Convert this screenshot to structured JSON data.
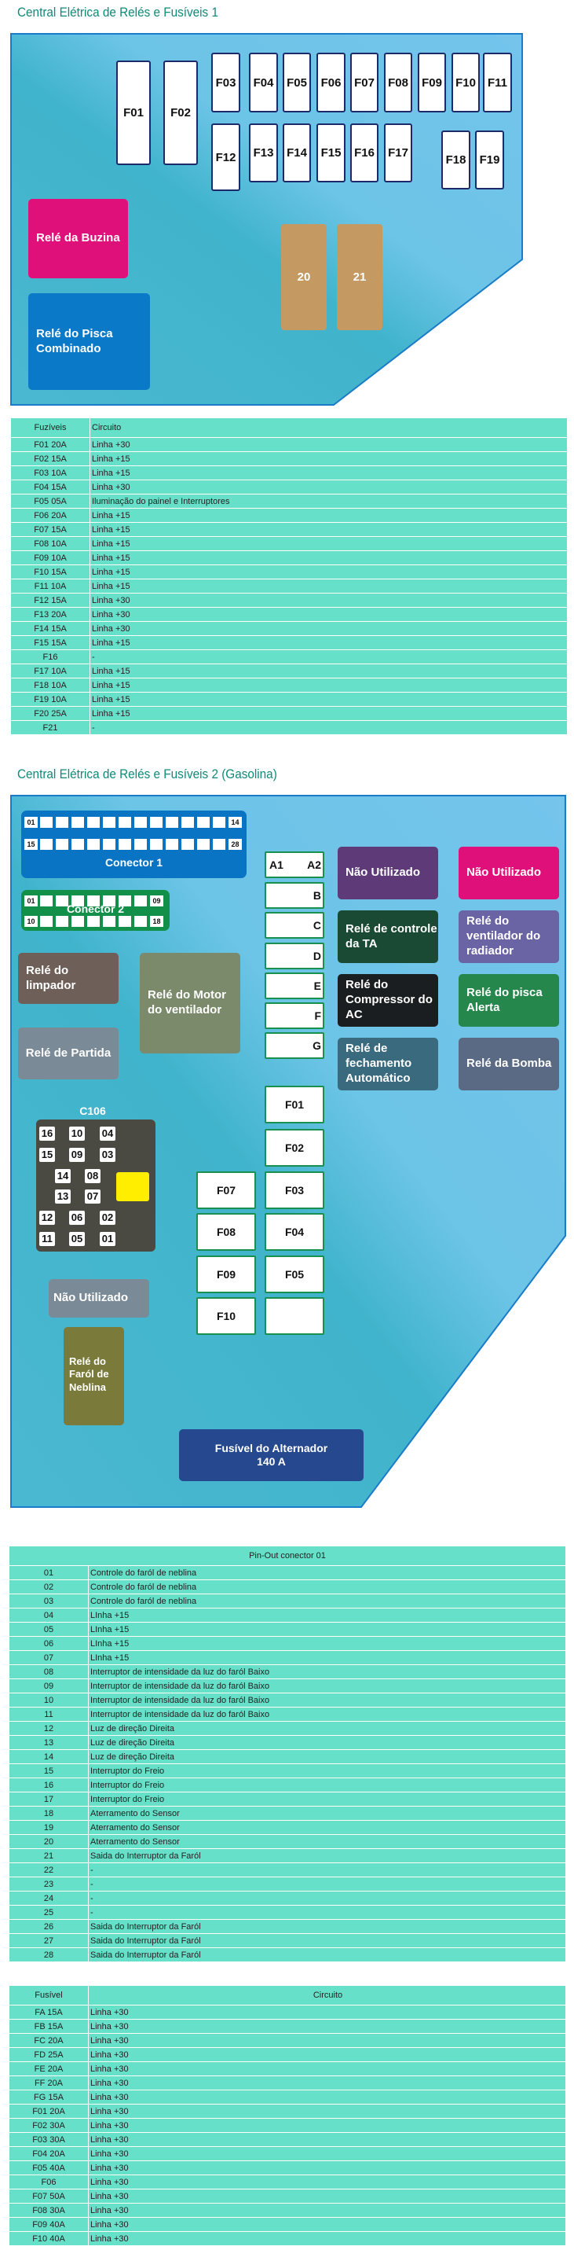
{
  "section1": {
    "title": "Central Elétrica de Relés e Fusíveis 1",
    "fuses": [
      "F01",
      "F02",
      "F03",
      "F04",
      "F05",
      "F06",
      "F07",
      "F08",
      "F09",
      "F10",
      "F11",
      "F12",
      "F13",
      "F14",
      "F15",
      "F16",
      "F17",
      "F18",
      "F19"
    ],
    "relays": [
      "20",
      "21"
    ],
    "relay_horn": "Relé da Buzina",
    "relay_blinker": "Relé do Pisca Combinado",
    "colors": {
      "horn": "#e0107a",
      "blinker": "#0a7ac8",
      "relay_tan": "#c49a62",
      "panel": "#5ab8d8"
    },
    "table": {
      "headers": [
        "Fuzíveis",
        "Circuito"
      ],
      "rows": [
        [
          "F01 20A",
          "Linha +30"
        ],
        [
          "F02 15A",
          "Linha +15"
        ],
        [
          "F03 10A",
          "Linha +15"
        ],
        [
          "F04 15A",
          "Linha +30"
        ],
        [
          "F05 05A",
          "Iluminação do painel e Interruptores"
        ],
        [
          "F06 20A",
          "Linha +15"
        ],
        [
          "F07 15A",
          "Linha +15"
        ],
        [
          "F08 10A",
          "Linha +15"
        ],
        [
          "F09 10A",
          "Linha +15"
        ],
        [
          "F10 15A",
          "Linha +15"
        ],
        [
          "F11 10A",
          "Linha +15"
        ],
        [
          "F12 15A",
          "Linha +30"
        ],
        [
          "F13 20A",
          "Linha +30"
        ],
        [
          "F14 15A",
          "Linha +30"
        ],
        [
          "F15 15A",
          "Linha +15"
        ],
        [
          "F16",
          "-"
        ],
        [
          "F17 10A",
          "Linha +15"
        ],
        [
          "F18 10A",
          "Linha +15"
        ],
        [
          "F19 10A",
          "Linha +15"
        ],
        [
          "F20 25A",
          "Linha +15"
        ],
        [
          "F21",
          "-"
        ]
      ]
    }
  },
  "section2": {
    "title": "Central Elétrica de Relés e Fusíveis 2 (Gasolina)",
    "connector1": {
      "label": "Conector 1",
      "pins_row1": [
        "01",
        "14"
      ],
      "pins_row2": [
        "15",
        "28"
      ]
    },
    "connector2": {
      "label": "Conector 2",
      "pins_row1": [
        "01",
        "09"
      ],
      "pins_row2": [
        "10",
        "18"
      ]
    },
    "letter_fuses": [
      {
        "left": "A1",
        "right": "A2"
      },
      {
        "right": "B"
      },
      {
        "right": "C"
      },
      {
        "right": "D"
      },
      {
        "right": "E"
      },
      {
        "right": "F"
      },
      {
        "right": "G"
      }
    ],
    "fuses": [
      "F01",
      "F02",
      "F03",
      "F04",
      "F05",
      "F07",
      "F08",
      "F09",
      "F10",
      ""
    ],
    "relays": [
      {
        "label": "Não Utilizado",
        "color": "#5e3a78"
      },
      {
        "label": "Não Utilizado",
        "color": "#e0107a"
      },
      {
        "label": "Relé de controle da TA",
        "color": "#1a4a34"
      },
      {
        "label": "Relé do ventilador do radiador",
        "color": "#6a64a4"
      },
      {
        "label": "Relé do Compressor do AC",
        "color": "#1a1e20"
      },
      {
        "label": "Relé do pisca Alerta",
        "color": "#25874c"
      },
      {
        "label": "Relé de fechamento Automático",
        "color": "#3a6a7e"
      },
      {
        "label": "Relé da Bomba",
        "color": "#5a6a84"
      },
      {
        "label": "Relé do limpador",
        "color": "#6e6058"
      },
      {
        "label": "Relé do Motor do ventilador",
        "color": "#7a8a6a"
      },
      {
        "label": "Relé de Partida",
        "color": "#7a8a96"
      },
      {
        "label": "Não Utilizado",
        "color": "#7a8a96"
      },
      {
        "label": "Relé do Faról de Neblina",
        "color": "#7a7a3a"
      }
    ],
    "c106": {
      "label": "C106",
      "pins": [
        "16",
        "10",
        "04",
        "15",
        "09",
        "03",
        "14",
        "08",
        "13",
        "07",
        "12",
        "06",
        "02",
        "11",
        "05",
        "01"
      ]
    },
    "alternator": {
      "line1": "Fusível do Alternador",
      "line2": "140 A",
      "color": "#26488e"
    },
    "pinout_table": {
      "header": "Pin-Out conector 01",
      "rows": [
        [
          "01",
          "Controle do faról de neblina"
        ],
        [
          "02",
          "Controle do faról de neblina"
        ],
        [
          "03",
          "Controle do faról de neblina"
        ],
        [
          "04",
          "LInha +15"
        ],
        [
          "05",
          "LInha +15"
        ],
        [
          "06",
          "LInha +15"
        ],
        [
          "07",
          "LInha +15"
        ],
        [
          "08",
          "Interruptor de intensidade da luz do faról Baixo"
        ],
        [
          "09",
          "Interruptor de intensidade da luz do faról Baixo"
        ],
        [
          "10",
          "Interruptor de intensidade da luz do faról Baixo"
        ],
        [
          "11",
          "Interruptor de intensidade da luz do faról Baixo"
        ],
        [
          "12",
          "Luz de direção Direita"
        ],
        [
          "13",
          "Luz de direção Direita"
        ],
        [
          "14",
          "Luz de direção Direita"
        ],
        [
          "15",
          "Interruptor do Freio"
        ],
        [
          "16",
          "Interruptor do Freio"
        ],
        [
          "17",
          "Interruptor do Freio"
        ],
        [
          "18",
          "Aterramento do Sensor"
        ],
        [
          "19",
          "Aterramento do Sensor"
        ],
        [
          "20",
          "Aterramento do Sensor"
        ],
        [
          "21",
          "Saida do Interruptor da Faról"
        ],
        [
          "22",
          "-"
        ],
        [
          "23",
          "-"
        ],
        [
          "24",
          "-"
        ],
        [
          "25",
          "-"
        ],
        [
          "26",
          "Saida do Interruptor da Faról"
        ],
        [
          "27",
          "Saida do Interruptor da Faról"
        ],
        [
          "28",
          "Saida do Interruptor da Faról"
        ]
      ]
    },
    "fuse_table": {
      "headers": [
        "Fusível",
        "Circuito"
      ],
      "rows": [
        [
          "FA 15A",
          "Linha +30"
        ],
        [
          "FB 15A",
          "Linha +30"
        ],
        [
          "FC 20A",
          "Linha +30"
        ],
        [
          "FD 25A",
          "Linha +30"
        ],
        [
          "FE 20A",
          "Linha +30"
        ],
        [
          "FF 20A",
          "Linha +30"
        ],
        [
          "FG 15A",
          "Linha +30"
        ],
        [
          "F01 20A",
          "Linha +30"
        ],
        [
          "F02 30A",
          "Linha +30"
        ],
        [
          "F03 30A",
          "Linha +30"
        ],
        [
          "F04 20A",
          "Linha +30"
        ],
        [
          "F05 40A",
          "Linha +30"
        ],
        [
          "F06",
          "Linha +30"
        ],
        [
          "F07 50A",
          "Linha +30"
        ],
        [
          "F08 30A",
          "Linha +30"
        ],
        [
          "F09 40A",
          "Linha +30"
        ],
        [
          "F10 40A",
          "Linha +30"
        ]
      ]
    }
  }
}
